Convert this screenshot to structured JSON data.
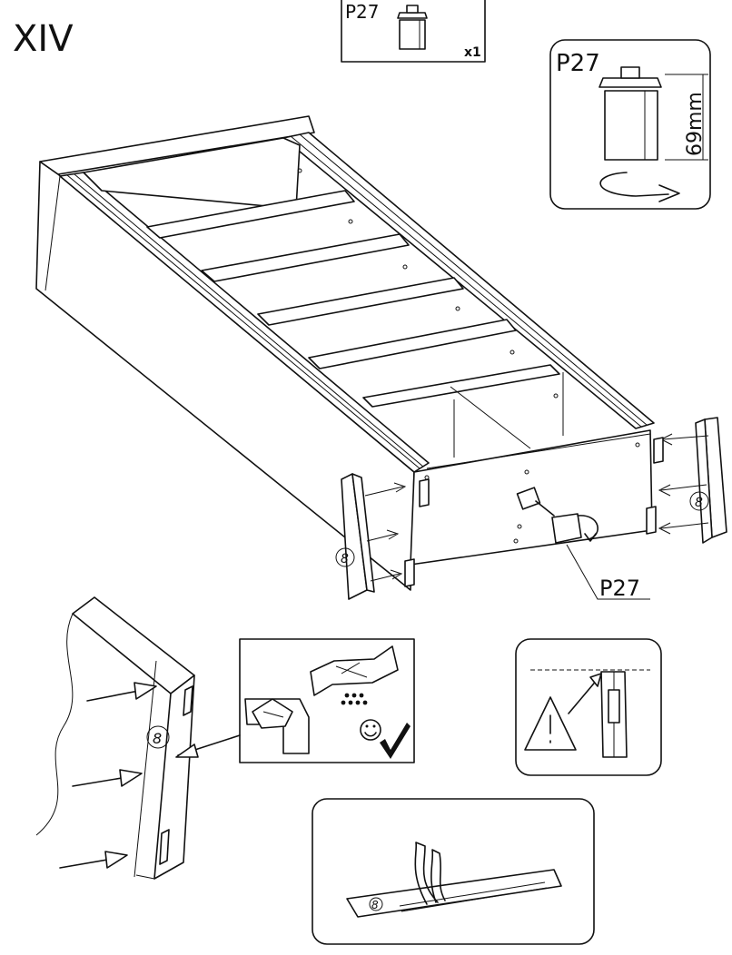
{
  "step": {
    "number": "XIV"
  },
  "part_box": {
    "code": "P27",
    "quantity": "x1"
  },
  "detail_box": {
    "code": "P27",
    "dimension": "69mm"
  },
  "callout": {
    "code": "P27"
  },
  "panel_markers": {
    "left": "8",
    "right": "8",
    "closeup": "8",
    "tape": "8"
  }
}
